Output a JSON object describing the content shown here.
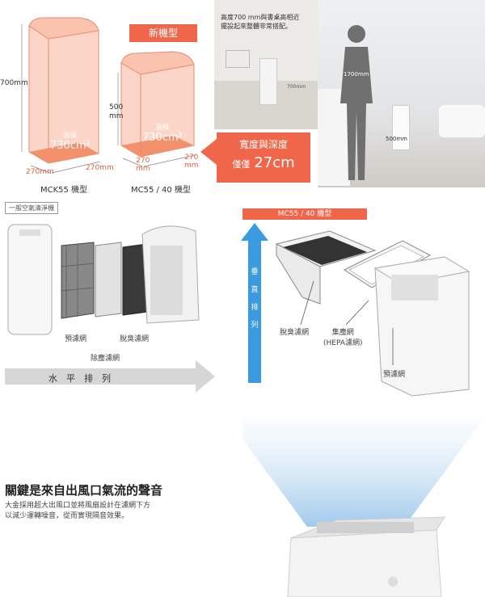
{
  "size_compare": {
    "height_mck55": "700mm",
    "height_mc55": "500\nmm",
    "new_model_tag": "新機型",
    "area_label_1": "面積",
    "area_value_1": "730cm²",
    "area_label_2": "面積",
    "area_value_2": "730cm²",
    "width_1a": "270mm",
    "width_1b": "270mm",
    "width_2a": "270\nmm",
    "width_2b": "270\nmm",
    "model_1": "MCK55 機型",
    "model_2": "MC55 / 40 機型",
    "callout_line1": "寬度與深度",
    "callout_line2_prefix": "僅僅",
    "callout_line2_value": "27cm"
  },
  "room_photo": {
    "caption": "高度700 mm與書桌高相近\n擺設起來整體非常搭配。",
    "desk_dim": "700mm",
    "person_dim": "1700mm",
    "unit_dim": "500mm"
  },
  "filters": {
    "general_tag": "一般空氣清淨機",
    "pre_filter": "預濾網",
    "deodor_filter": "脫臭濾網",
    "dust_filter": "除塵濾網",
    "horizontal": "水　平　排　列",
    "mc55_tag": "MC55 / 40 機型",
    "vertical_chars": [
      "垂",
      "直",
      "排",
      "列"
    ],
    "mc_deodor": "脫臭濾網",
    "mc_hepa_line1": "集塵網",
    "mc_hepa_line2": "(HEPA濾網)",
    "mc_pre": "預濾網"
  },
  "airflow": {
    "heading": "關鍵是來自出風口氣流的聲音",
    "body": "大金採用超大出風口並將風扇設計在濾網下方\n以減少運轉噪音，從而實現隔音效果。"
  },
  "colors": {
    "accent": "#f0664a",
    "arrow_blue": "#3a9be0",
    "box_fill": "#f7c6b4"
  }
}
